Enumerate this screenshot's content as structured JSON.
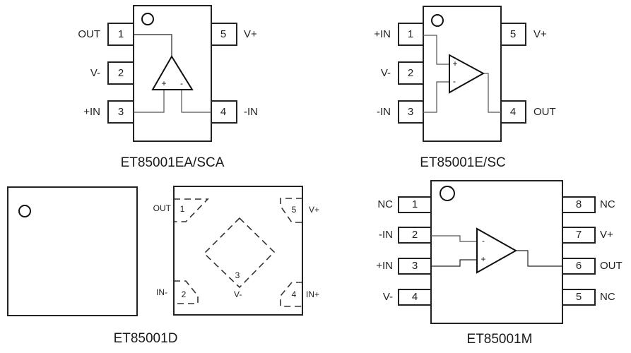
{
  "packages": {
    "ea_sca": {
      "title": "ET85001EA/SCA",
      "pins": [
        {
          "num": "1",
          "name": "OUT"
        },
        {
          "num": "2",
          "name": "V-"
        },
        {
          "num": "3",
          "name": "+IN"
        },
        {
          "num": "4",
          "name": "-IN"
        },
        {
          "num": "5",
          "name": "V+"
        }
      ],
      "plus_sign": "+",
      "minus_sign": "-"
    },
    "e_sc": {
      "title": "ET85001E/SC",
      "pins": [
        {
          "num": "1",
          "name": "+IN"
        },
        {
          "num": "2",
          "name": "V-"
        },
        {
          "num": "3",
          "name": "-IN"
        },
        {
          "num": "4",
          "name": "OUT"
        },
        {
          "num": "5",
          "name": "V+"
        }
      ],
      "plus_sign": "+",
      "minus_sign": "-"
    },
    "d": {
      "title": "ET85001D",
      "pins": [
        {
          "num": "1",
          "name": "OUT"
        },
        {
          "num": "2",
          "name": "IN-"
        },
        {
          "num": "3",
          "name": "V-"
        },
        {
          "num": "4",
          "name": "IN+"
        },
        {
          "num": "5",
          "name": "V+"
        }
      ]
    },
    "m": {
      "title": "ET85001M",
      "pins": [
        {
          "num": "1",
          "name": "NC"
        },
        {
          "num": "2",
          "name": "-IN"
        },
        {
          "num": "3",
          "name": "+IN"
        },
        {
          "num": "4",
          "name": "V-"
        },
        {
          "num": "5",
          "name": "NC"
        },
        {
          "num": "6",
          "name": "OUT"
        },
        {
          "num": "7",
          "name": "V+"
        },
        {
          "num": "8",
          "name": "NC"
        }
      ],
      "plus_sign": "+",
      "minus_sign": "-"
    }
  }
}
